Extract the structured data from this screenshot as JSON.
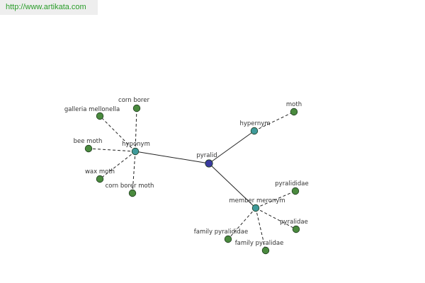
{
  "header": {
    "url": "http://www.artikata.com"
  },
  "colors": {
    "center": "#3a3aa0",
    "relation": "#3f9a9a",
    "leaf": "#4a8a3e",
    "url": "#2a9d2a"
  },
  "graph": {
    "center": "pyralid",
    "relations": [
      {
        "id": "hyponym",
        "label": "hyponym",
        "leaves": [
          "galleria mellonella",
          "corn borer",
          "bee moth",
          "wax moth",
          "corn borer moth"
        ]
      },
      {
        "id": "hypernym",
        "label": "hypernym",
        "leaves": [
          "moth"
        ]
      },
      {
        "id": "member_meronym",
        "label": "member meronym",
        "leaves": [
          "pyralididae",
          "pyralidae",
          "family pyralididae",
          "family pyralidae"
        ]
      }
    ]
  }
}
